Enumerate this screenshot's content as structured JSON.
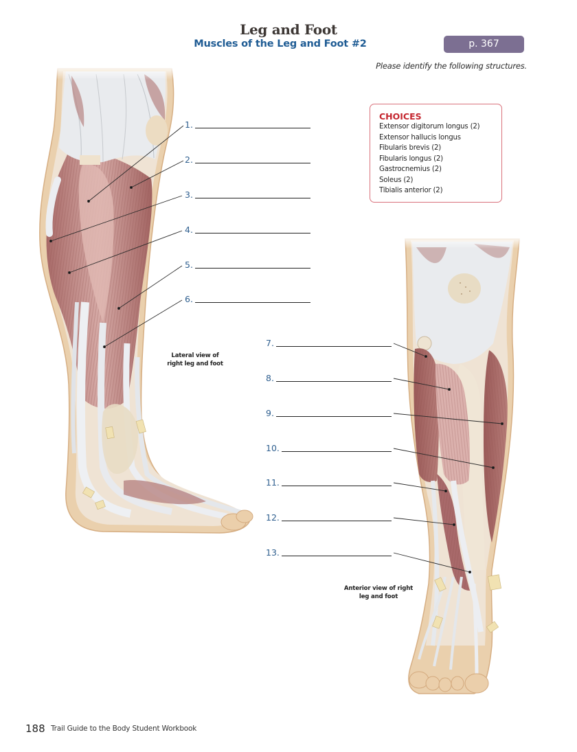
{
  "header": {
    "title": "Leg and Foot",
    "subtitle": "Muscles of the Leg and Foot #2",
    "page_ref": "p. 367",
    "instruction": "Please identify the following structures."
  },
  "choices": {
    "heading": "CHOICES",
    "items": [
      "Extensor digitorum longus (2)",
      "Extensor hallucis longus",
      "Fibularis brevis (2)",
      "Fibularis longus (2)",
      "Gastrocnemius (2)",
      "Soleus (2)",
      "Tibialis anterior (2)"
    ]
  },
  "labels": {
    "lateral": [
      {
        "number": "1.",
        "answer": ""
      },
      {
        "number": "2.",
        "answer": ""
      },
      {
        "number": "3.",
        "answer": ""
      },
      {
        "number": "4.",
        "answer": ""
      },
      {
        "number": "5.",
        "answer": ""
      },
      {
        "number": "6.",
        "answer": ""
      }
    ],
    "anterior": [
      {
        "number": "7.",
        "answer": ""
      },
      {
        "number": "8.",
        "answer": ""
      },
      {
        "number": "9.",
        "answer": ""
      },
      {
        "number": "10.",
        "answer": ""
      },
      {
        "number": "11.",
        "answer": ""
      },
      {
        "number": "12.",
        "answer": ""
      },
      {
        "number": "13.",
        "answer": ""
      }
    ]
  },
  "figures": {
    "lateral_caption_line1": "Lateral view of",
    "lateral_caption_line2": "right leg and foot",
    "anterior_caption_line1": "Anterior view of right",
    "anterior_caption_line2": "leg and foot"
  },
  "colors": {
    "title": "#3d3734",
    "subtitle": "#1f5c94",
    "badge_bg": "#7c6f92",
    "choices_border": "#d9707a",
    "choices_heading": "#c4262f",
    "label_number": "#2f5f8f",
    "muscle": "#b9807f",
    "tendon": "#e6e8ec",
    "skin": "#e8c9a3"
  },
  "footer": {
    "page_number": "188",
    "book_title": "Trail Guide to the Body Student Workbook"
  }
}
